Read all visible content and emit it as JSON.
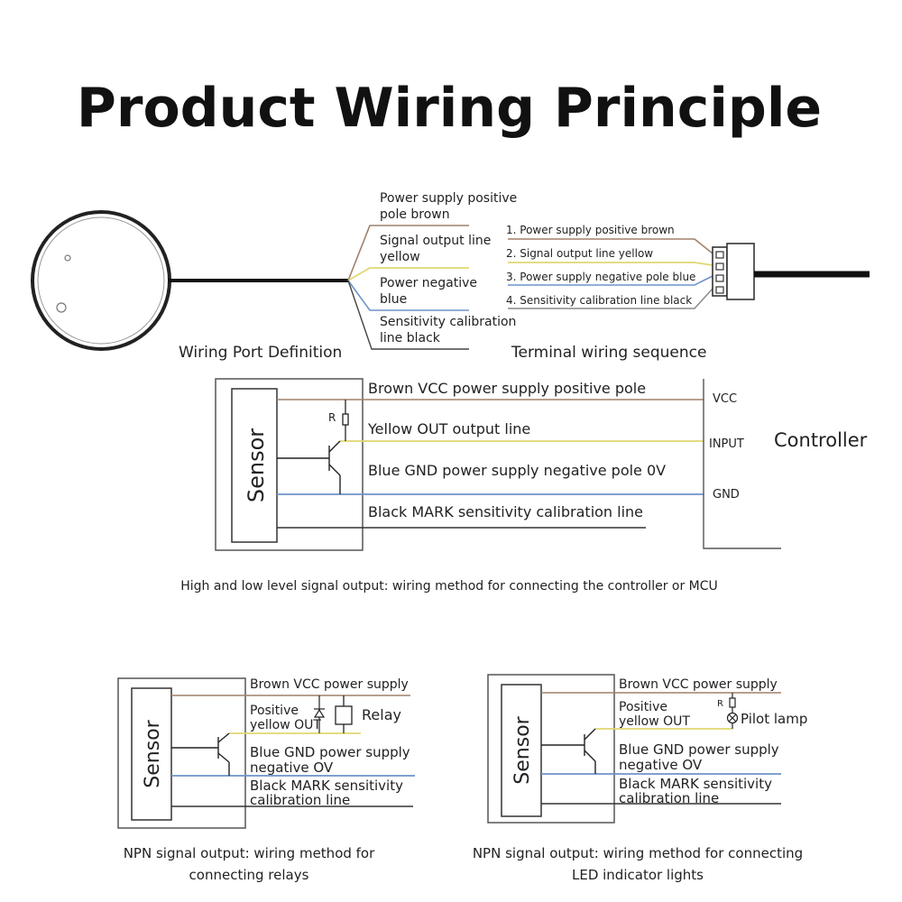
{
  "title": "Product Wiring Principle",
  "colors": {
    "brown": "#a0806a",
    "yellow": "#e0d770",
    "blue": "#6e93c8",
    "black": "#333333",
    "frame": "#555555"
  },
  "port_definition": {
    "caption": "Wiring Port Definition",
    "wires": [
      {
        "line1": "Power supply positive",
        "line2": "pole brown"
      },
      {
        "line1": "Signal output line",
        "line2": "yellow"
      },
      {
        "line1": "Power negative",
        "line2": "blue"
      },
      {
        "line1": "Sensitivity calibration",
        "line2": "line black"
      }
    ]
  },
  "terminal_sequence": {
    "caption": "Terminal wiring sequence",
    "items": [
      "1. Power supply positive brown",
      "2. Signal output line yellow",
      "3. Power supply negative pole blue",
      "4. Sensitivity calibration line black"
    ]
  },
  "controller_diagram": {
    "sensor_label": "Sensor",
    "resistor_label": "R",
    "lines": [
      "Brown VCC power supply positive pole",
      "Yellow OUT output line",
      "Blue GND power supply negative pole 0V",
      "Black MARK sensitivity calibration line"
    ],
    "pins": [
      "VCC",
      "INPUT",
      "GND"
    ],
    "controller_label": "Controller",
    "caption": "High and low level signal output: wiring method for connecting the controller or MCU"
  },
  "relay_diagram": {
    "sensor_label": "Sensor",
    "brown": "Brown VCC power supply",
    "positive_line1": "Positive",
    "positive_line2": "yellow OUT",
    "relay": "Relay",
    "blue_line1": "Blue GND power supply",
    "blue_line2": "negative OV",
    "black_line1": "Black MARK sensitivity",
    "black_line2": "calibration line",
    "caption_line1": "NPN signal output: wiring method for",
    "caption_line2": "connecting relays"
  },
  "led_diagram": {
    "sensor_label": "Sensor",
    "brown": "Brown VCC power supply",
    "positive_line1": "Positive",
    "positive_line2": "yellow OUT",
    "resistor_label": "R",
    "lamp": "Pilot lamp",
    "blue_line1": "Blue GND power supply",
    "blue_line2": "negative OV",
    "black_line1": "Black MARK sensitivity",
    "black_line2": "calibration line",
    "caption_line1": "NPN signal output: wiring method for connecting",
    "caption_line2": "LED indicator lights"
  }
}
